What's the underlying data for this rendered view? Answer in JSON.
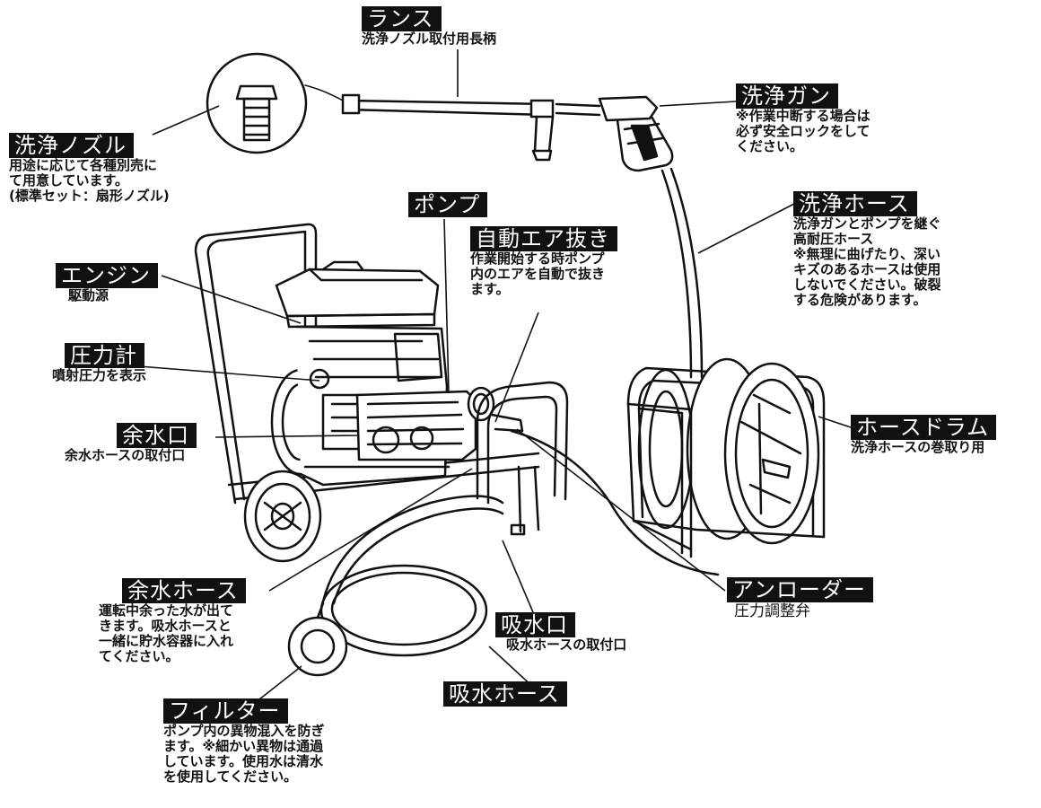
{
  "colors": {
    "label_bg": "#111111",
    "label_text": "#ffffff",
    "line": "#111111",
    "paper": "#ffffff"
  },
  "labels": {
    "lance": {
      "title": "ランス",
      "lines": [
        "洗浄ノズル取付用長柄"
      ]
    },
    "nozzle": {
      "title": "洗浄ノズル",
      "lines": [
        "用途に応じて各種別売に",
        "て用意しています。",
        "(標準セット：扇形ノズル)"
      ]
    },
    "gun": {
      "title": "洗浄ガン",
      "lines": [
        "※作業中断する場合は",
        "必ず安全ロックをして",
        "ください。"
      ]
    },
    "pump": {
      "title": "ポンプ",
      "lines": []
    },
    "air": {
      "title": "自動エア抜き",
      "lines": [
        "作業開始する時ポンプ",
        "内のエアを自動で抜き",
        "ます。"
      ]
    },
    "hose": {
      "title": "洗浄ホース",
      "lines": [
        "洗浄ガンとポンプを継ぐ",
        "高耐圧ホース",
        "※無理に曲げたり、深い",
        "キズのあるホースは使用",
        "しないでください。破裂",
        "する危険があります。"
      ]
    },
    "engine": {
      "title": "エンジン",
      "lines": [
        "駆動源"
      ]
    },
    "gauge": {
      "title": "圧力計",
      "lines": [
        "噴射圧力を表示"
      ]
    },
    "excess_port": {
      "title": "余水口",
      "lines": [
        "余水ホースの取付口"
      ]
    },
    "drum": {
      "title": "ホースドラム",
      "lines": [
        "洗浄ホースの巻取り用"
      ]
    },
    "unloader": {
      "title": "アンローダー",
      "lines": [
        "圧力調整弁"
      ]
    },
    "excess_hose": {
      "title": "余水ホース",
      "lines": [
        "運転中余った水が出て",
        "きます。吸水ホースと",
        "一緒に貯水容器に入れ",
        "てください。"
      ]
    },
    "intake_port": {
      "title": "吸水口",
      "lines": [
        "吸水ホースの取付口"
      ]
    },
    "intake_hose": {
      "title": "吸水ホース",
      "lines": []
    },
    "filter": {
      "title": "フィルター",
      "lines": [
        "ポンプ内の異物混入を防ぎ",
        "ます。※細かい異物は通過",
        "しています。使用水は清水",
        "を使用してください。"
      ]
    }
  }
}
